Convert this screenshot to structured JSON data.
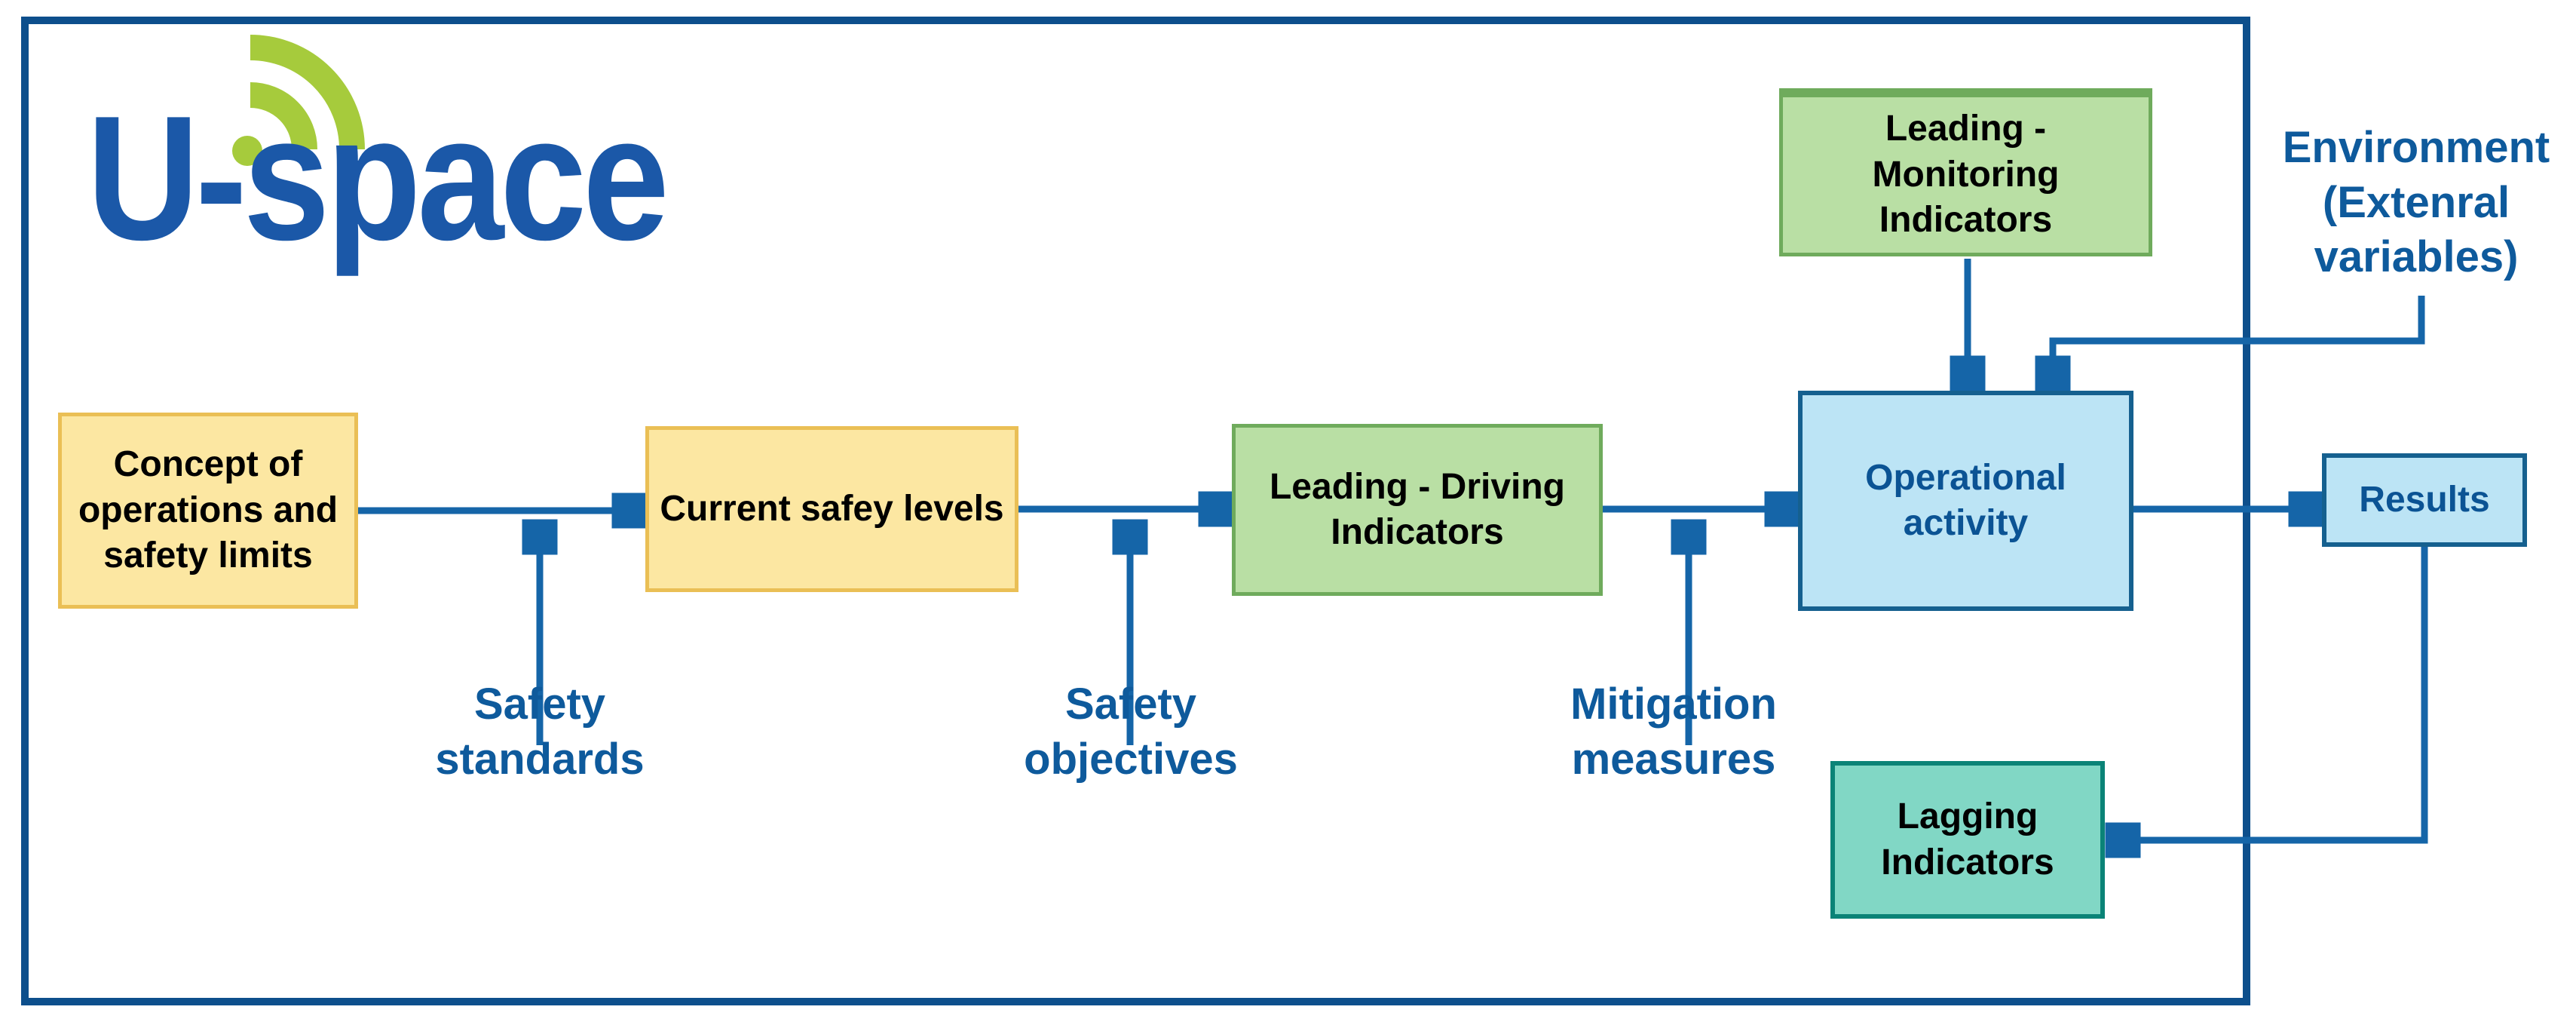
{
  "logo": {
    "text": "U-space"
  },
  "colors": {
    "background": "#ffffff",
    "outer_border": "#0d4f8c",
    "arrow": "#1565a8",
    "label_text": "#0e5a9c",
    "node_text_black": "#000000",
    "node_text_dark": "#0b5394",
    "yellow_fill": "#fce7a2",
    "yellow_border": "#eabf55",
    "green_fill": "#b9dfa4",
    "green_border": "#6fab5c",
    "blue_fill": "#bce4f5",
    "blue_border": "#15608f",
    "teal_fill": "#81d7c5",
    "teal_border": "#0b8377",
    "logo_blue": "#1b58a8",
    "logo_green": "#a6cb3c"
  },
  "nodes": {
    "concept": {
      "label": "Concept of\noperations and\nsafety limits"
    },
    "current": {
      "label": "Current safey levels"
    },
    "driving": {
      "label": "Leading - Driving\nIndicators"
    },
    "monitoring": {
      "label": "Leading -\nMonitoring\nIndicators"
    },
    "operational": {
      "label": "Operational\nactivity"
    },
    "results": {
      "label": "Results"
    },
    "lagging": {
      "label": "Lagging\nIndicators"
    }
  },
  "labels": {
    "safety_standards": "Safety\nstandards",
    "safety_objectives": "Safety\nobjectives",
    "mitigation_measures": "Mitigation\nmeasures",
    "environment": "Environment\n(Extenral\nvariables)"
  }
}
